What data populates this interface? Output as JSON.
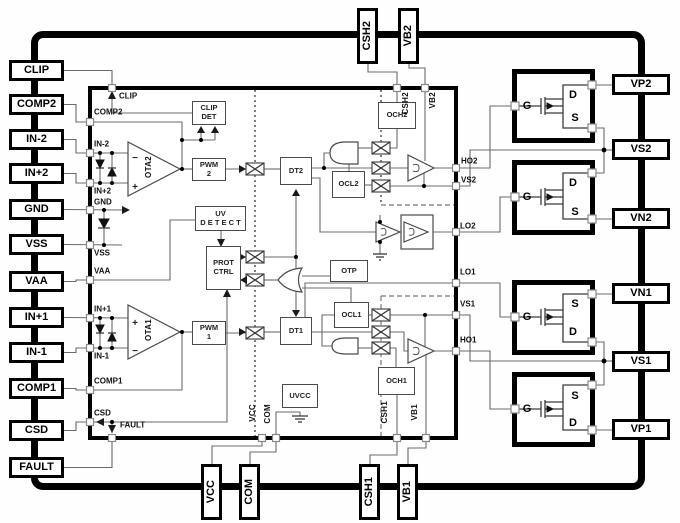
{
  "pins": {
    "left": [
      "CLIP",
      "COMP2",
      "IN-2",
      "IN+2",
      "GND",
      "VSS",
      "VAA",
      "IN+1",
      "IN-1",
      "COMP1",
      "CSD",
      "FAULT"
    ],
    "top": [
      "CSH2",
      "VB2"
    ],
    "bottom": [
      "VCC",
      "COM",
      "CSH1",
      "VB1"
    ],
    "right": [
      "VP2",
      "VS2",
      "VN2",
      "VN1",
      "VS1",
      "VP1"
    ]
  },
  "ic": {
    "left_labels": [
      "CLIP",
      "COMP2",
      "IN-2",
      "IN+2",
      "GND",
      "VSS",
      "VAA",
      "IN+1",
      "IN-1",
      "COMP1",
      "CSD",
      "FAULT"
    ],
    "top_labels": [
      "CSH2",
      "VB2"
    ],
    "bottom_labels": [
      "VCC",
      "COM",
      "CSH1",
      "VB1"
    ],
    "right_labels": [
      "HO2",
      "VS2",
      "LO2",
      "LO1",
      "VS1",
      "HO1"
    ],
    "blocks": {
      "clip_det": [
        "CLIP",
        "DET"
      ],
      "pwm2": [
        "PWM",
        "2"
      ],
      "pwm1": [
        "PWM",
        "1"
      ],
      "uv_detect": [
        "UV",
        "D E T E C T"
      ],
      "prot_ctrl": [
        "PROT",
        "CTRL"
      ],
      "ota2": "OTA2",
      "ota1": "OTA1",
      "dt2": "DT2",
      "dt1": "DT1",
      "ocl2": "OCL2",
      "ocl1": "OCL1",
      "och2": "OCH2",
      "och1": "OCH1",
      "otp": "OTP",
      "uvcc": "UVCC"
    },
    "opamp": {
      "plus": "+",
      "minus": "−"
    }
  },
  "mosfets": [
    {
      "gate": "G",
      "top": "D",
      "bottom": "S"
    },
    {
      "gate": "G",
      "top": "D",
      "bottom": "S"
    },
    {
      "gate": "G",
      "top": "S",
      "bottom": "D"
    },
    {
      "gate": "G",
      "top": "S",
      "bottom": "D"
    }
  ],
  "colors": {
    "wire": "#6B6B6B",
    "outline": "#000000",
    "block_border": "#4A4A4A",
    "pad_border": "#888888"
  }
}
